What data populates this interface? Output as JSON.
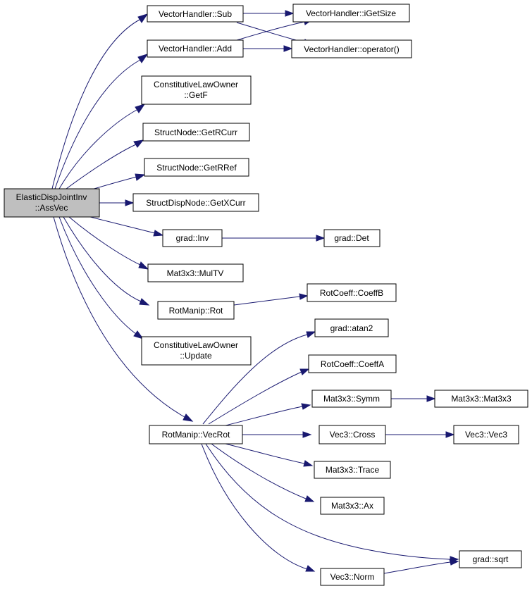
{
  "graph": {
    "root": {
      "label_lines": [
        "ElasticDispJointInv",
        "::AssVec"
      ]
    },
    "nodes": {
      "vh_sub": {
        "label_lines": [
          "VectorHandler::Sub"
        ]
      },
      "vh_add": {
        "label_lines": [
          "VectorHandler::Add"
        ]
      },
      "vh_igetsize": {
        "label_lines": [
          "VectorHandler::iGetSize"
        ]
      },
      "vh_operator": {
        "label_lines": [
          "VectorHandler::operator()"
        ]
      },
      "clo_getf": {
        "label_lines": [
          "ConstitutiveLawOwner",
          "::GetF"
        ]
      },
      "sn_getrcurr": {
        "label_lines": [
          "StructNode::GetRCurr"
        ]
      },
      "sn_getrref": {
        "label_lines": [
          "StructNode::GetRRef"
        ]
      },
      "sdn_getxcurr": {
        "label_lines": [
          "StructDispNode::GetXCurr"
        ]
      },
      "grad_inv": {
        "label_lines": [
          "grad::Inv"
        ]
      },
      "grad_det": {
        "label_lines": [
          "grad::Det"
        ]
      },
      "m33_multv": {
        "label_lines": [
          "Mat3x3::MulTV"
        ]
      },
      "rm_rot": {
        "label_lines": [
          "RotManip::Rot"
        ]
      },
      "rc_coeffb": {
        "label_lines": [
          "RotCoeff::CoeffB"
        ]
      },
      "clo_update": {
        "label_lines": [
          "ConstitutiveLawOwner",
          "::Update"
        ]
      },
      "rm_vecrot": {
        "label_lines": [
          "RotManip::VecRot"
        ]
      },
      "grad_atan2": {
        "label_lines": [
          "grad::atan2"
        ]
      },
      "rc_coeffa": {
        "label_lines": [
          "RotCoeff::CoeffA"
        ]
      },
      "m33_symm": {
        "label_lines": [
          "Mat3x3::Symm"
        ]
      },
      "m33_m33": {
        "label_lines": [
          "Mat3x3::Mat3x3"
        ]
      },
      "v3_cross": {
        "label_lines": [
          "Vec3::Cross"
        ]
      },
      "v3_vec3": {
        "label_lines": [
          "Vec3::Vec3"
        ]
      },
      "m33_trace": {
        "label_lines": [
          "Mat3x3::Trace"
        ]
      },
      "m33_ax": {
        "label_lines": [
          "Mat3x3::Ax"
        ]
      },
      "grad_sqrt": {
        "label_lines": [
          "grad::sqrt"
        ]
      },
      "v3_norm": {
        "label_lines": [
          "Vec3::Norm"
        ]
      }
    },
    "edges": [
      {
        "from": "root",
        "to": "vh_sub"
      },
      {
        "from": "root",
        "to": "vh_add"
      },
      {
        "from": "root",
        "to": "clo_getf"
      },
      {
        "from": "root",
        "to": "sn_getrcurr"
      },
      {
        "from": "root",
        "to": "sn_getrref"
      },
      {
        "from": "root",
        "to": "sdn_getxcurr"
      },
      {
        "from": "root",
        "to": "grad_inv"
      },
      {
        "from": "root",
        "to": "m33_multv"
      },
      {
        "from": "root",
        "to": "rm_rot"
      },
      {
        "from": "root",
        "to": "clo_update"
      },
      {
        "from": "root",
        "to": "rm_vecrot"
      },
      {
        "from": "vh_sub",
        "to": "vh_igetsize"
      },
      {
        "from": "vh_sub",
        "to": "vh_operator"
      },
      {
        "from": "vh_add",
        "to": "vh_igetsize"
      },
      {
        "from": "vh_add",
        "to": "vh_operator"
      },
      {
        "from": "grad_inv",
        "to": "grad_det"
      },
      {
        "from": "rm_rot",
        "to": "rc_coeffb"
      },
      {
        "from": "rm_vecrot",
        "to": "grad_atan2"
      },
      {
        "from": "rm_vecrot",
        "to": "rc_coeffa"
      },
      {
        "from": "rm_vecrot",
        "to": "m33_symm"
      },
      {
        "from": "rm_vecrot",
        "to": "v3_cross"
      },
      {
        "from": "rm_vecrot",
        "to": "m33_trace"
      },
      {
        "from": "rm_vecrot",
        "to": "m33_ax"
      },
      {
        "from": "rm_vecrot",
        "to": "grad_sqrt"
      },
      {
        "from": "rm_vecrot",
        "to": "v3_norm"
      },
      {
        "from": "m33_symm",
        "to": "m33_m33"
      },
      {
        "from": "v3_cross",
        "to": "v3_vec3"
      },
      {
        "from": "v3_norm",
        "to": "grad_sqrt"
      }
    ]
  }
}
